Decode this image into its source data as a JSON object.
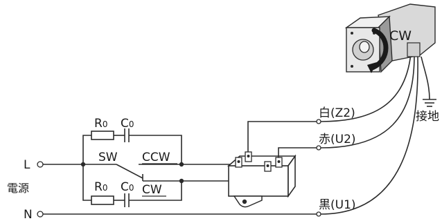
{
  "labels": {
    "line_L": "L",
    "line_N": "N",
    "power_source": "電源",
    "resistor_top": "R",
    "resistor_top_sub": "0",
    "capacitor_top": "C",
    "capacitor_top_sub": "0",
    "resistor_bottom": "R",
    "resistor_bottom_sub": "0",
    "capacitor_bottom": "C",
    "capacitor_bottom_sub": "0",
    "switch": "SW",
    "switch_ccw": "CCW",
    "switch_cw": "CW",
    "wire_white": "白(Z2)",
    "wire_red": "赤(U2)",
    "wire_black": "黒(U1)",
    "ground": "接地",
    "motor_direction": "CW"
  },
  "colors": {
    "line": "#2b2b2b",
    "motor_body": "#d9d9d9",
    "motor_dark": "#9a9a9a",
    "motor_light": "#f0f0f0"
  }
}
